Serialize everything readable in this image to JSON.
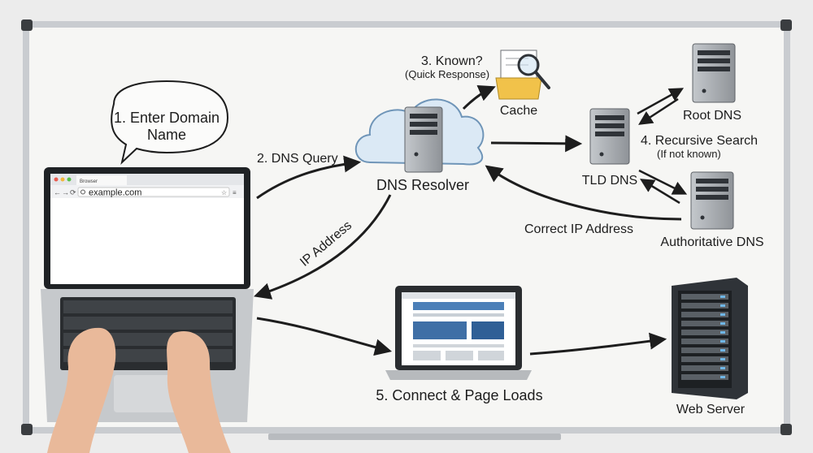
{
  "steps": {
    "step1_line1": "1. Enter Domain",
    "step1_line2": "Name",
    "step2": "2. DNS Query",
    "step3": "3. Known?",
    "step3_sub": "(Quick Response)",
    "step4": "4. Recursive Search",
    "step4_sub": "(If not known)",
    "step5": "5. Connect & Page Loads"
  },
  "nodes": {
    "resolver": "DNS Resolver",
    "cache": "Cache",
    "root": "Root DNS",
    "tld": "TLD DNS",
    "authoritative": "Authoritative DNS",
    "web_server": "Web Server"
  },
  "edges": {
    "ip_address": "IP Address",
    "correct_ip": "Correct IP Address"
  },
  "browser": {
    "tab_label": "Browser",
    "url": "example.com"
  },
  "colors": {
    "board": "#f6f6f4",
    "frame": "#c9ccd0",
    "ink": "#1d1d1d",
    "cloud": "#dbe9f5",
    "cloud_stroke": "#6f95b8",
    "server": "#a9adb2",
    "server_dark": "#2f3338"
  }
}
